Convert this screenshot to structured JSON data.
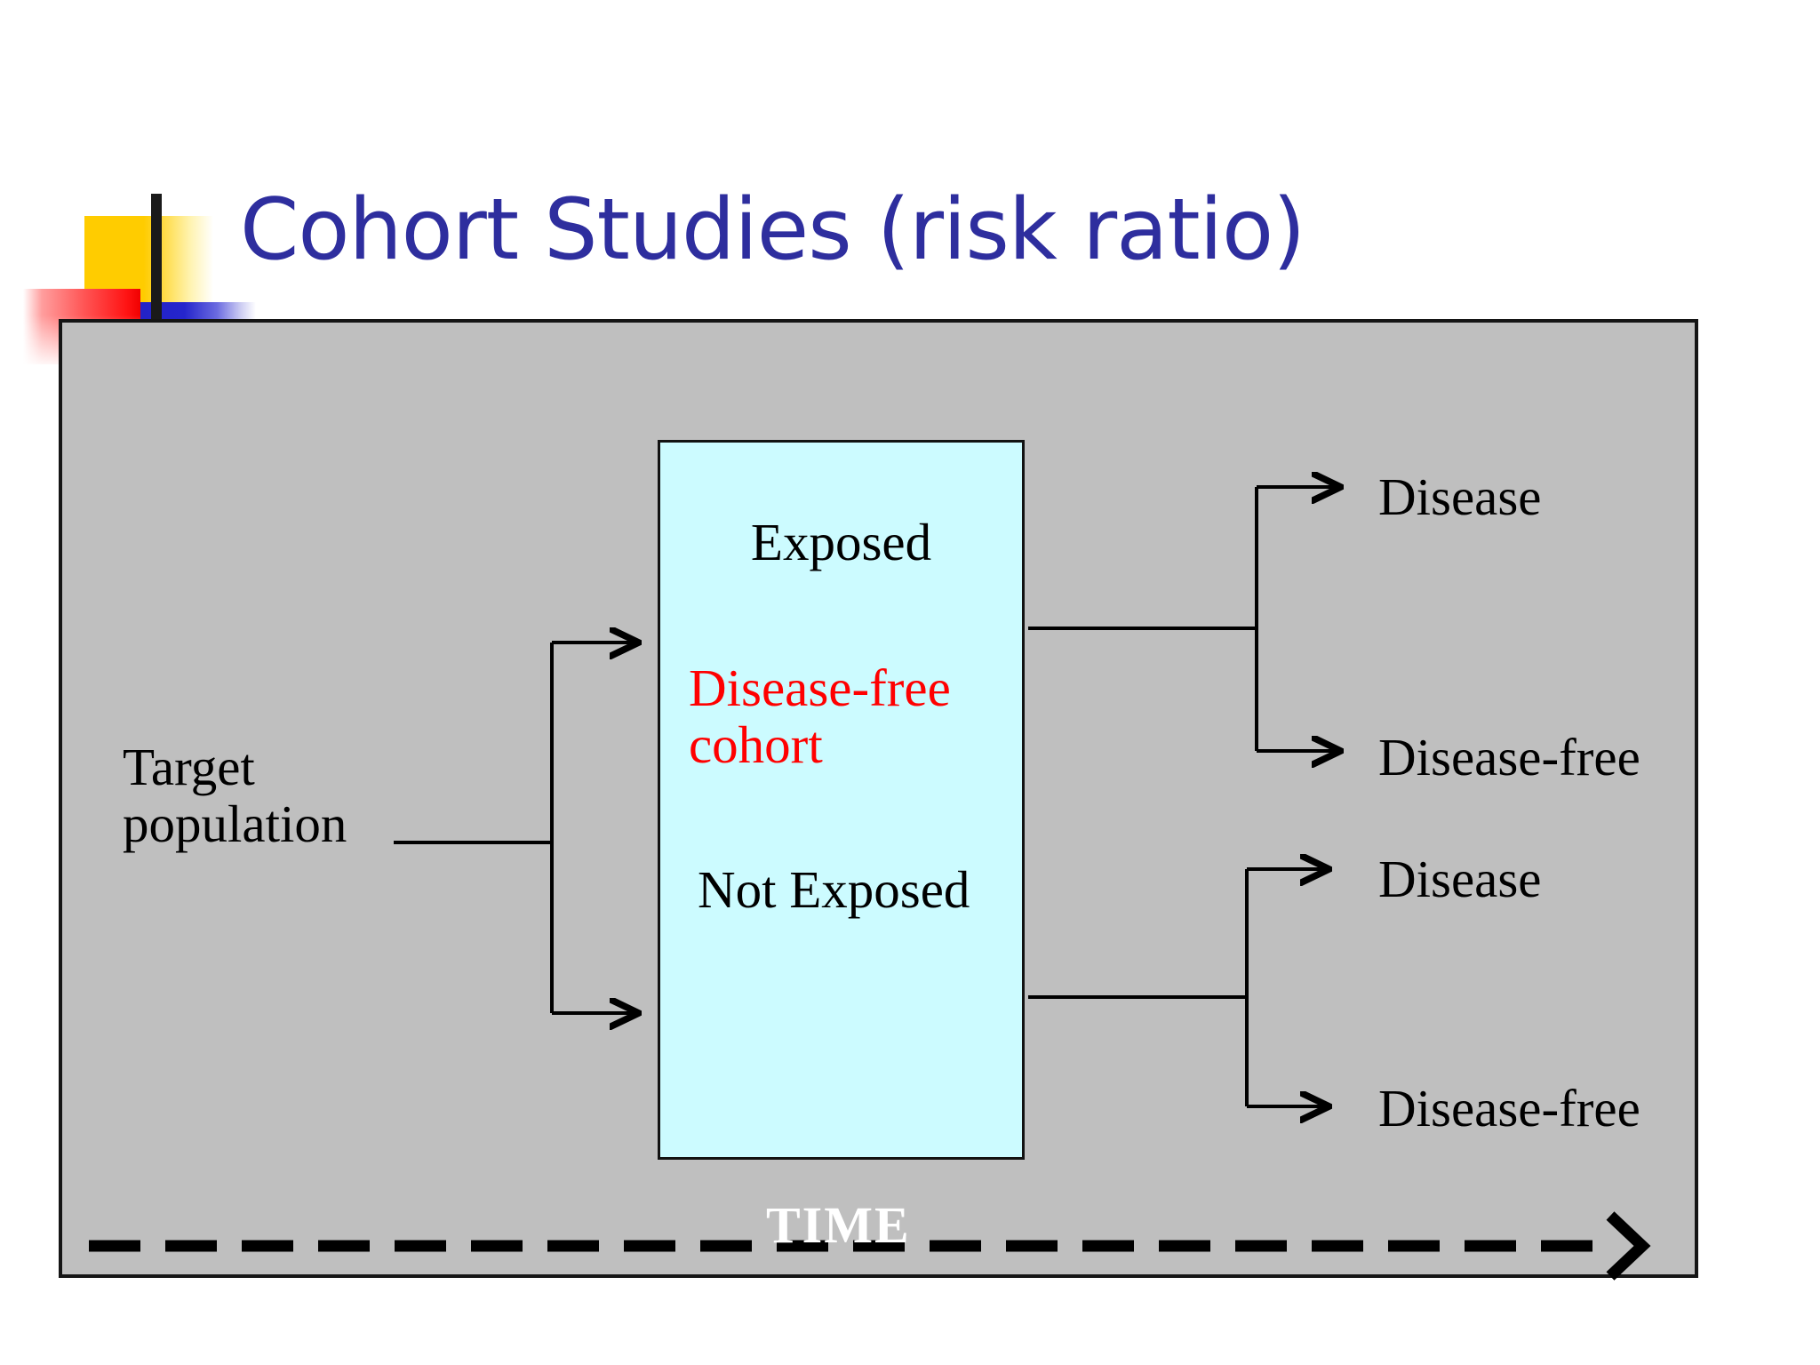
{
  "slide": {
    "title": "Cohort Studies (risk ratio)",
    "title_color": "#2E2E9E",
    "panel_bg": "#BFBFBF",
    "box_bg": "#CCFBFF",
    "highlight_color": "#FF0000"
  },
  "diagram": {
    "source_label": "Target population",
    "cohort_box": {
      "group_top": "Exposed",
      "highlight": "Disease-free cohort",
      "group_bottom": "Not Exposed"
    },
    "outcomes": [
      {
        "label": "Disease",
        "branch": "exposed"
      },
      {
        "label": "Disease-free",
        "branch": "exposed"
      },
      {
        "label": "Disease",
        "branch": "not-exposed"
      },
      {
        "label": "Disease-free",
        "branch": "not-exposed"
      }
    ],
    "axis_label": "TIME"
  },
  "decor": {
    "yellow": "yellow-square",
    "red": "red-square",
    "blue": "blue-bar",
    "black": "black-vertical-bar"
  }
}
